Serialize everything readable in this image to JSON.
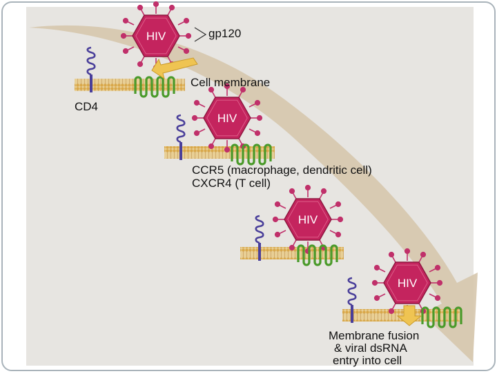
{
  "slide": {
    "frame_color": "#a9b3ba",
    "background_color": "#ffffff",
    "figure_background_color": "#e7e5e1",
    "arrow_color": "#d6c6ad"
  },
  "virus": {
    "label": "HIV",
    "capsid_color": "#c4245e",
    "spike_color": "#c0306a"
  },
  "labels": {
    "gp120": "gp120",
    "cell_membrane": "Cell membrane",
    "cd4": "CD4",
    "ccr5": "CCR5 (macrophage, dendritic cell)",
    "cxcr4": "CXCR4 (T cell)",
    "fusion_line1": "Membrane fusion",
    "fusion_line2": "& viral dsRNA",
    "fusion_line3": "entry into cell"
  },
  "colors": {
    "cd4_receptor": "#4a3f9a",
    "coreceptor": "#4a9a2a",
    "membrane": "#d9b063",
    "binding_arrow": "#efc452"
  }
}
